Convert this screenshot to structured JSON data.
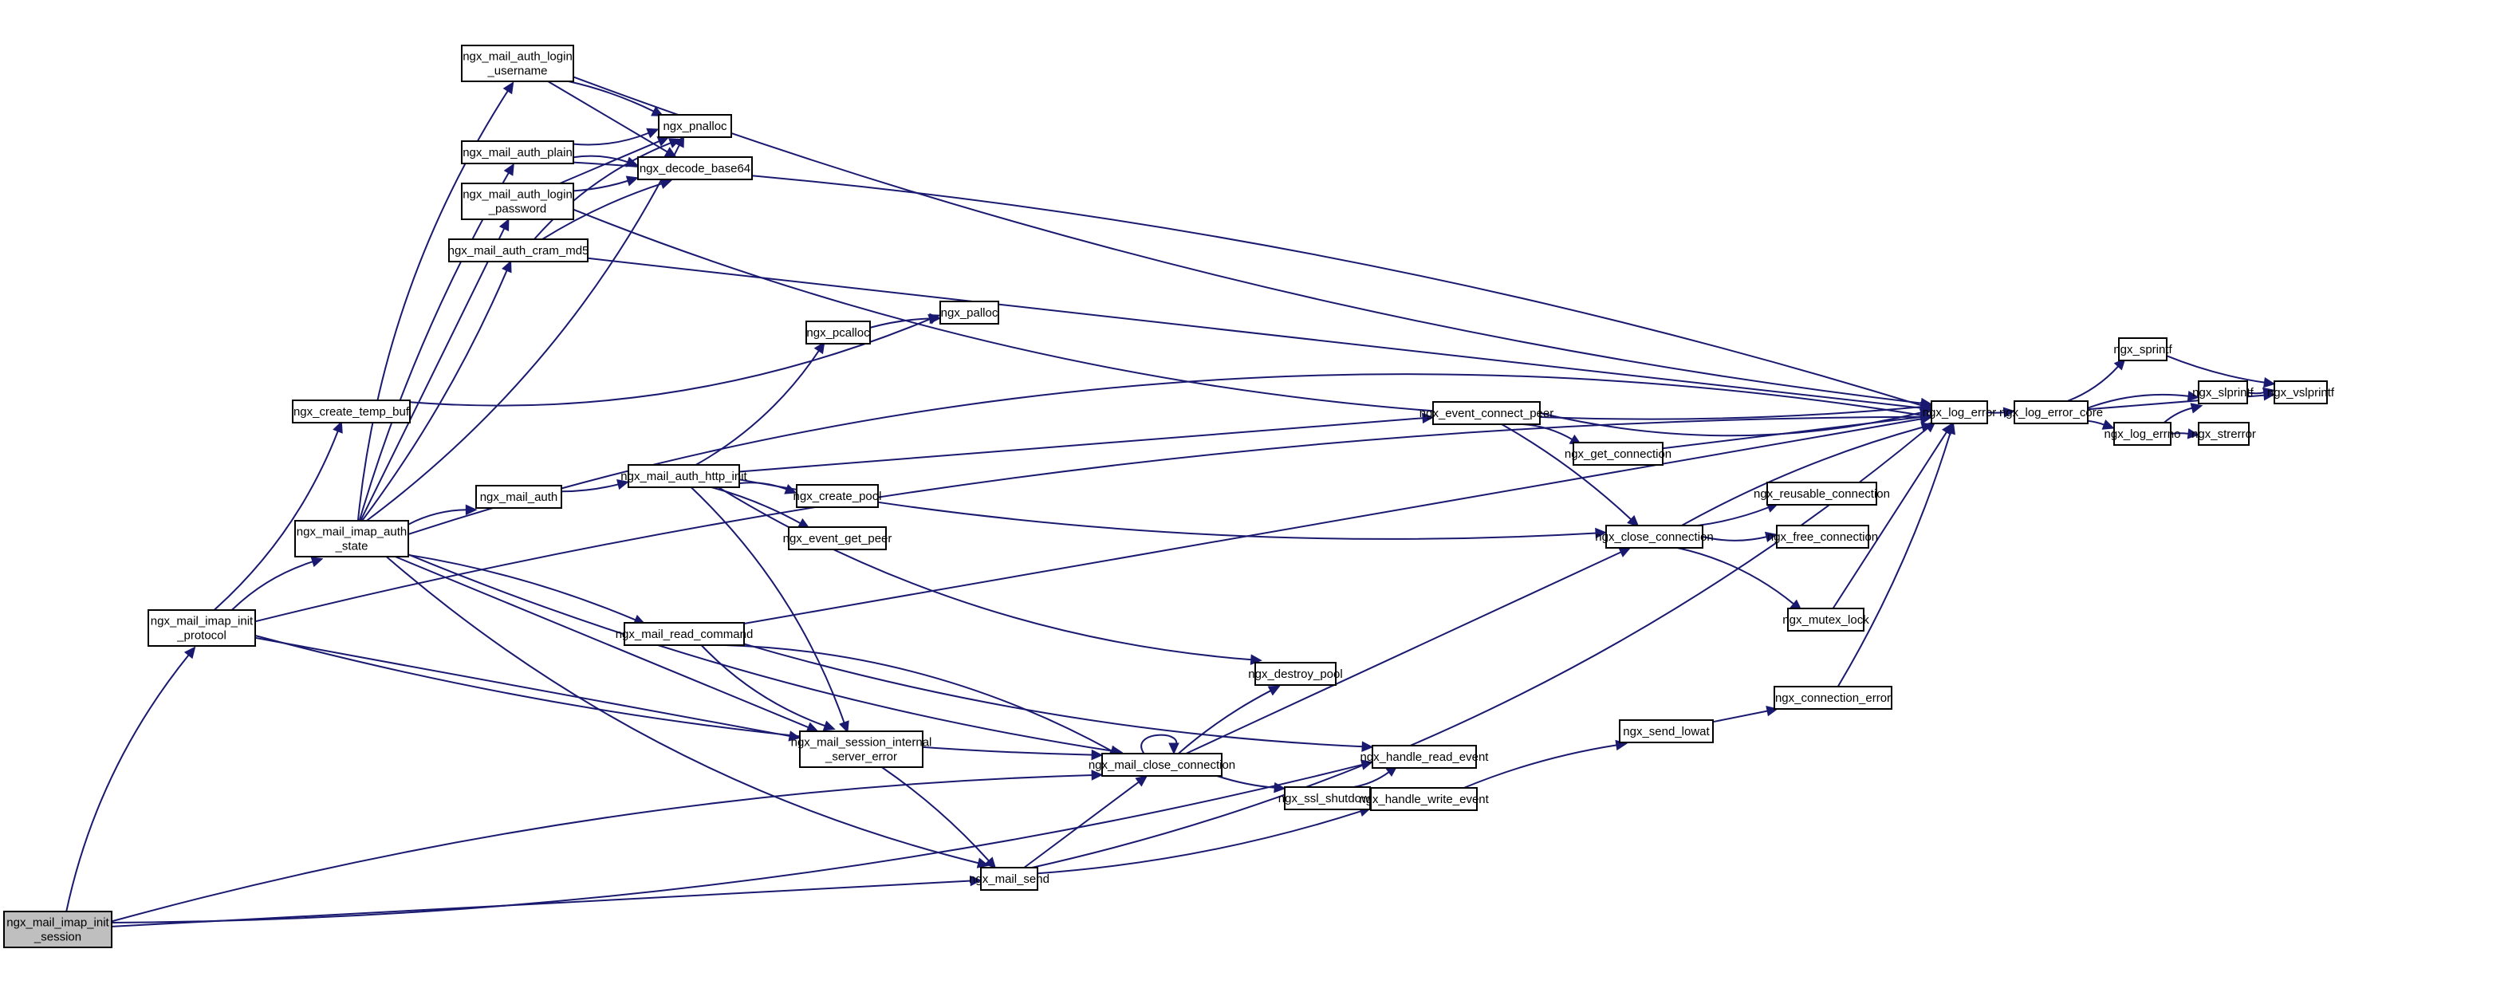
{
  "graph": {
    "root": "ngx_mail_imap_init_session",
    "colors": {
      "edge": "#191970",
      "root_fill": "#bfbfbf",
      "node_fill": "#ffffff",
      "border": "#000000"
    },
    "nodes": [
      {
        "id": "init_session",
        "lines": [
          "ngx_mail_imap_init",
          "_session"
        ],
        "root": true
      },
      {
        "id": "init_protocol",
        "lines": [
          "ngx_mail_imap_init",
          "_protocol"
        ]
      },
      {
        "id": "create_temp_buf",
        "lines": [
          "ngx_create_temp_buf"
        ]
      },
      {
        "id": "auth_state",
        "lines": [
          "ngx_mail_imap_auth",
          "_state"
        ]
      },
      {
        "id": "login_username",
        "lines": [
          "ngx_mail_auth_login",
          "_username"
        ]
      },
      {
        "id": "auth_plain",
        "lines": [
          "ngx_mail_auth_plain"
        ]
      },
      {
        "id": "login_password",
        "lines": [
          "ngx_mail_auth_login",
          "_password"
        ]
      },
      {
        "id": "cram_md5",
        "lines": [
          "ngx_mail_auth_cram_md5"
        ]
      },
      {
        "id": "pnalloc",
        "lines": [
          "ngx_pnalloc"
        ]
      },
      {
        "id": "decode_base64",
        "lines": [
          "ngx_decode_base64"
        ]
      },
      {
        "id": "mail_auth",
        "lines": [
          "ngx_mail_auth"
        ]
      },
      {
        "id": "auth_http_init",
        "lines": [
          "ngx_mail_auth_http_init"
        ]
      },
      {
        "id": "pcalloc",
        "lines": [
          "ngx_pcalloc"
        ]
      },
      {
        "id": "palloc",
        "lines": [
          "ngx_palloc"
        ]
      },
      {
        "id": "create_pool",
        "lines": [
          "ngx_create_pool"
        ]
      },
      {
        "id": "event_get_peer",
        "lines": [
          "ngx_event_get_peer"
        ]
      },
      {
        "id": "read_command",
        "lines": [
          "ngx_mail_read_command"
        ]
      },
      {
        "id": "internal_error",
        "lines": [
          "ngx_mail_session_internal",
          "_server_error"
        ]
      },
      {
        "id": "destroy_pool",
        "lines": [
          "ngx_destroy_pool"
        ]
      },
      {
        "id": "close_mail_conn",
        "lines": [
          "ngx_mail_close_connection"
        ]
      },
      {
        "id": "mail_send",
        "lines": [
          "ngx_mail_send"
        ]
      },
      {
        "id": "ssl_shutdown",
        "lines": [
          "ngx_ssl_shutdown"
        ]
      },
      {
        "id": "handle_read",
        "lines": [
          "ngx_handle_read_event"
        ]
      },
      {
        "id": "handle_write",
        "lines": [
          "ngx_handle_write_event"
        ]
      },
      {
        "id": "send_lowat",
        "lines": [
          "ngx_send_lowat"
        ]
      },
      {
        "id": "connection_error",
        "lines": [
          "ngx_connection_error"
        ]
      },
      {
        "id": "event_connect_peer",
        "lines": [
          "ngx_event_connect_peer"
        ]
      },
      {
        "id": "get_connection",
        "lines": [
          "ngx_get_connection"
        ]
      },
      {
        "id": "close_connection",
        "lines": [
          "ngx_close_connection"
        ]
      },
      {
        "id": "reusable_connection",
        "lines": [
          "ngx_reusable_connection"
        ]
      },
      {
        "id": "free_connection",
        "lines": [
          "ngx_free_connection"
        ]
      },
      {
        "id": "mutex_lock",
        "lines": [
          "ngx_mutex_lock"
        ]
      },
      {
        "id": "log_error",
        "lines": [
          "ngx_log_error"
        ]
      },
      {
        "id": "log_error_core",
        "lines": [
          "ngx_log_error_core"
        ]
      },
      {
        "id": "sprintf",
        "lines": [
          "ngx_sprintf"
        ]
      },
      {
        "id": "slprintf",
        "lines": [
          "ngx_slprintf"
        ]
      },
      {
        "id": "log_errno",
        "lines": [
          "ngx_log_errno"
        ]
      },
      {
        "id": "strerror",
        "lines": [
          "ngx_strerror"
        ]
      },
      {
        "id": "vslprintf",
        "lines": [
          "ngx_vslprintf"
        ]
      }
    ],
    "edges": [
      [
        "init_session",
        "init_protocol"
      ],
      [
        "init_session",
        "close_mail_conn"
      ],
      [
        "init_session",
        "mail_send"
      ],
      [
        "init_session",
        "handle_read"
      ],
      [
        "init_protocol",
        "create_temp_buf"
      ],
      [
        "init_protocol",
        "auth_state"
      ],
      [
        "init_protocol",
        "log_error"
      ],
      [
        "init_protocol",
        "internal_error"
      ],
      [
        "init_protocol",
        "close_mail_conn"
      ],
      [
        "create_temp_buf",
        "palloc"
      ],
      [
        "auth_state",
        "login_username"
      ],
      [
        "auth_state",
        "auth_plain"
      ],
      [
        "auth_state",
        "login_password"
      ],
      [
        "auth_state",
        "cram_md5"
      ],
      [
        "auth_state",
        "pnalloc"
      ],
      [
        "auth_state",
        "mail_auth"
      ],
      [
        "auth_state",
        "read_command"
      ],
      [
        "auth_state",
        "internal_error"
      ],
      [
        "auth_state",
        "close_mail_conn"
      ],
      [
        "auth_state",
        "mail_send"
      ],
      [
        "auth_state",
        "log_error"
      ],
      [
        "login_username",
        "pnalloc"
      ],
      [
        "login_username",
        "decode_base64"
      ],
      [
        "login_username",
        "log_error"
      ],
      [
        "auth_plain",
        "pnalloc"
      ],
      [
        "auth_plain",
        "decode_base64"
      ],
      [
        "auth_plain",
        "log_error"
      ],
      [
        "login_password",
        "pnalloc"
      ],
      [
        "login_password",
        "decode_base64"
      ],
      [
        "login_password",
        "log_error"
      ],
      [
        "cram_md5",
        "pnalloc"
      ],
      [
        "cram_md5",
        "decode_base64"
      ],
      [
        "cram_md5",
        "log_error"
      ],
      [
        "mail_auth",
        "auth_http_init"
      ],
      [
        "auth_http_init",
        "pcalloc"
      ],
      [
        "auth_http_init",
        "create_pool"
      ],
      [
        "auth_http_init",
        "event_get_peer"
      ],
      [
        "auth_http_init",
        "event_connect_peer"
      ],
      [
        "auth_http_init",
        "close_connection"
      ],
      [
        "auth_http_init",
        "destroy_pool"
      ],
      [
        "auth_http_init",
        "internal_error"
      ],
      [
        "pcalloc",
        "palloc"
      ],
      [
        "read_command",
        "log_error"
      ],
      [
        "read_command",
        "handle_read"
      ],
      [
        "read_command",
        "internal_error"
      ],
      [
        "read_command",
        "close_mail_conn"
      ],
      [
        "internal_error",
        "mail_send"
      ],
      [
        "mail_send",
        "close_mail_conn"
      ],
      [
        "mail_send",
        "handle_write"
      ],
      [
        "mail_send",
        "log_error"
      ],
      [
        "close_mail_conn",
        "close_mail_conn"
      ],
      [
        "close_mail_conn",
        "destroy_pool"
      ],
      [
        "close_mail_conn",
        "close_connection"
      ],
      [
        "close_mail_conn",
        "ssl_shutdown"
      ],
      [
        "ssl_shutdown",
        "handle_read"
      ],
      [
        "ssl_shutdown",
        "handle_write"
      ],
      [
        "handle_write",
        "send_lowat"
      ],
      [
        "send_lowat",
        "connection_error"
      ],
      [
        "connection_error",
        "log_error"
      ],
      [
        "event_connect_peer",
        "log_error"
      ],
      [
        "event_connect_peer",
        "get_connection"
      ],
      [
        "event_connect_peer",
        "close_connection"
      ],
      [
        "get_connection",
        "log_error"
      ],
      [
        "close_connection",
        "reusable_connection"
      ],
      [
        "close_connection",
        "free_connection"
      ],
      [
        "close_connection",
        "mutex_lock"
      ],
      [
        "close_connection",
        "log_error"
      ],
      [
        "mutex_lock",
        "log_error"
      ],
      [
        "log_error",
        "log_error_core"
      ],
      [
        "log_error_core",
        "sprintf"
      ],
      [
        "log_error_core",
        "slprintf"
      ],
      [
        "log_error_core",
        "log_errno"
      ],
      [
        "log_error_core",
        "vslprintf"
      ],
      [
        "sprintf",
        "vslprintf"
      ],
      [
        "slprintf",
        "vslprintf"
      ],
      [
        "log_errno",
        "slprintf"
      ],
      [
        "log_errno",
        "strerror"
      ]
    ]
  }
}
